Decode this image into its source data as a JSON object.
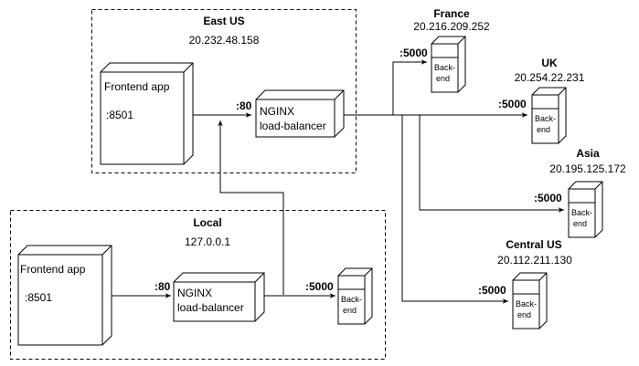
{
  "regions": {
    "east": {
      "name": "East US",
      "ip": "20.232.48.158"
    },
    "local": {
      "name": "Local",
      "ip": "127.0.0.1"
    }
  },
  "frontend": {
    "label": "Frontend app",
    "port": ":8501"
  },
  "nginx": {
    "line1": "NGINX",
    "line2": "load-balancer",
    "port": ":80"
  },
  "backend": {
    "line1": "Back-",
    "line2": "end",
    "port": ":5000"
  },
  "servers": {
    "france": {
      "name": "France",
      "ip": "20.216.209.252"
    },
    "uk": {
      "name": "UK",
      "ip": "20.254.22.231"
    },
    "asia": {
      "name": "Asia",
      "ip": "20.195.125.172"
    },
    "central": {
      "name": "Central US",
      "ip": "20.112.211.130"
    }
  },
  "colors": {
    "stroke": "#000000",
    "fill": "#ffffff"
  }
}
